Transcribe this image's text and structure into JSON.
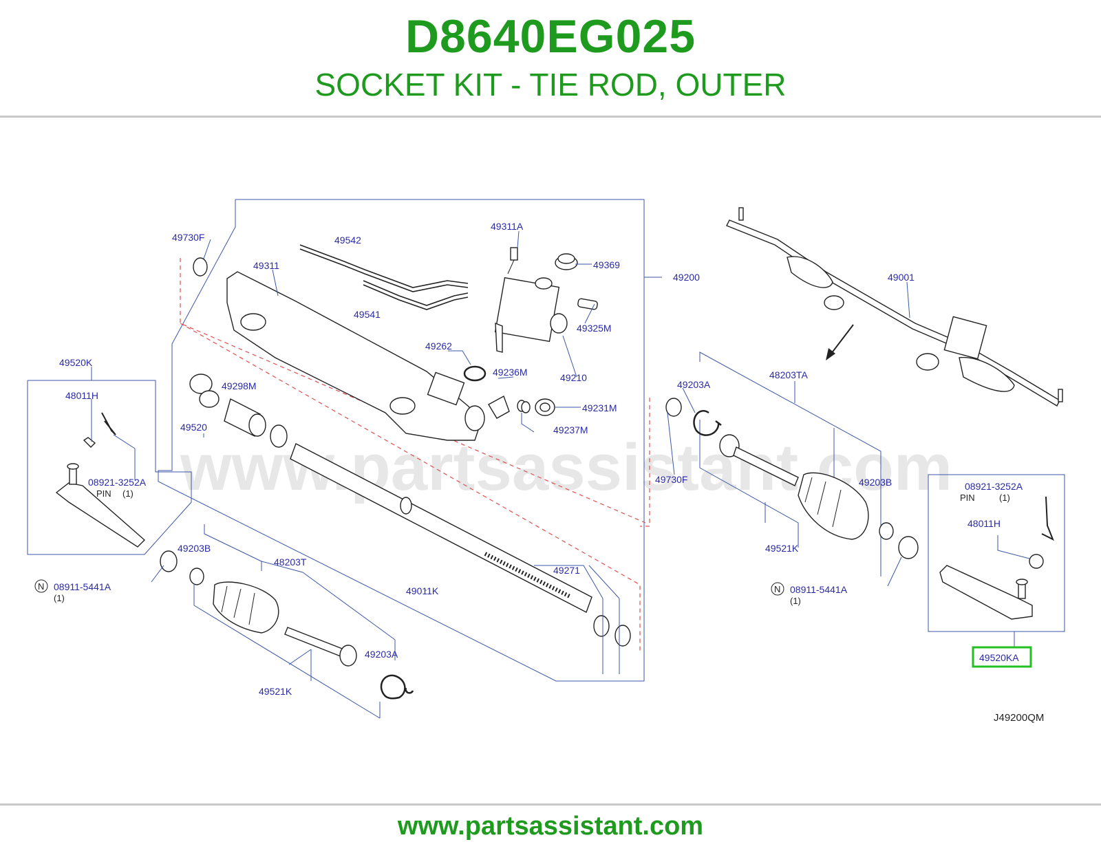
{
  "header": {
    "part_number": "D8640EG025",
    "part_name": "SOCKET KIT - TIE ROD, OUTER"
  },
  "diagram": {
    "watermark": "www.partsassistant.com",
    "code": "J49200QM",
    "highlighted_label": "49520KA",
    "labels": {
      "l49730F_a": "49730F",
      "l49542": "49542",
      "l49311A": "49311A",
      "l49311": "49311",
      "l49369": "49369",
      "l49200": "49200",
      "l49541": "49541",
      "l49325M": "49325M",
      "l49001": "49001",
      "l49262": "49262",
      "l49210": "49210",
      "l49236M": "49236M",
      "l49520K": "49520K",
      "l49298M": "49298M",
      "l48011H_a": "48011H",
      "l49520": "49520",
      "l49231M": "49231M",
      "l49237M": "49237M",
      "l49203A_a": "49203A",
      "l48203TA": "48203TA",
      "l08921_a": "08921-3252A",
      "pin_a": "PIN",
      "pin_qty_a": "(1)",
      "l49730F_b": "49730F",
      "l49203B_a": "49203B",
      "l08921_b": "08921-3252A",
      "pin_b": "PIN",
      "pin_qty_b": "(1)",
      "l48011H_b": "48011H",
      "l49521K_a": "49521K",
      "l49203B_b": "49203B",
      "l48203T": "48203T",
      "l08911_a": "08911-5441A",
      "qty_08911_a": "(1)",
      "n_a": "N",
      "l49271": "49271",
      "l08911_b": "08911-5441A",
      "qty_08911_b": "(1)",
      "n_b": "N",
      "l49011K": "49011K",
      "l49203A_b": "49203A",
      "l49521K_b": "49521K"
    }
  },
  "footer": {
    "url": "www.partsassistant.com"
  }
}
